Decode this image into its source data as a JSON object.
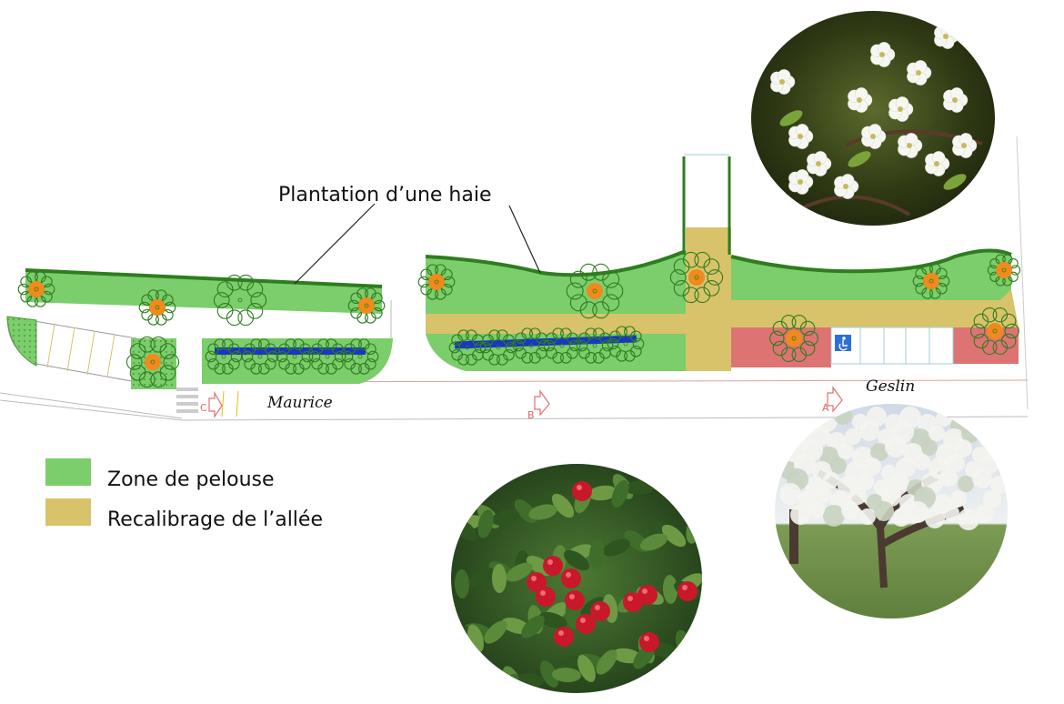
{
  "annotation": {
    "hedge_label": "Plantation d’une haie"
  },
  "streets": {
    "left": "Maurice",
    "right": "Geslin"
  },
  "markers": [
    "C",
    "B",
    "A"
  ],
  "legend": [
    {
      "label": "Zone de pelouse",
      "color": "#7ccd6b"
    },
    {
      "label": "Recalibrage de l’allée",
      "color": "#d8c36a"
    }
  ],
  "colors": {
    "lawn": "#7ccd6b",
    "path": "#d8c36a",
    "hedge_line": "#2e7d1e",
    "tree_center": "#f08a1c",
    "parking": "#de7373",
    "bike_strip": "#1a35c8"
  },
  "photos": [
    {
      "name": "pear-blossom-photo",
      "subject": "white pear blossom"
    },
    {
      "name": "apple-tree-fruit-photo",
      "subject": "red apples on tree"
    },
    {
      "name": "blossoming-fruit-tree-photo",
      "subject": "flowering fruit tree in park"
    }
  ]
}
